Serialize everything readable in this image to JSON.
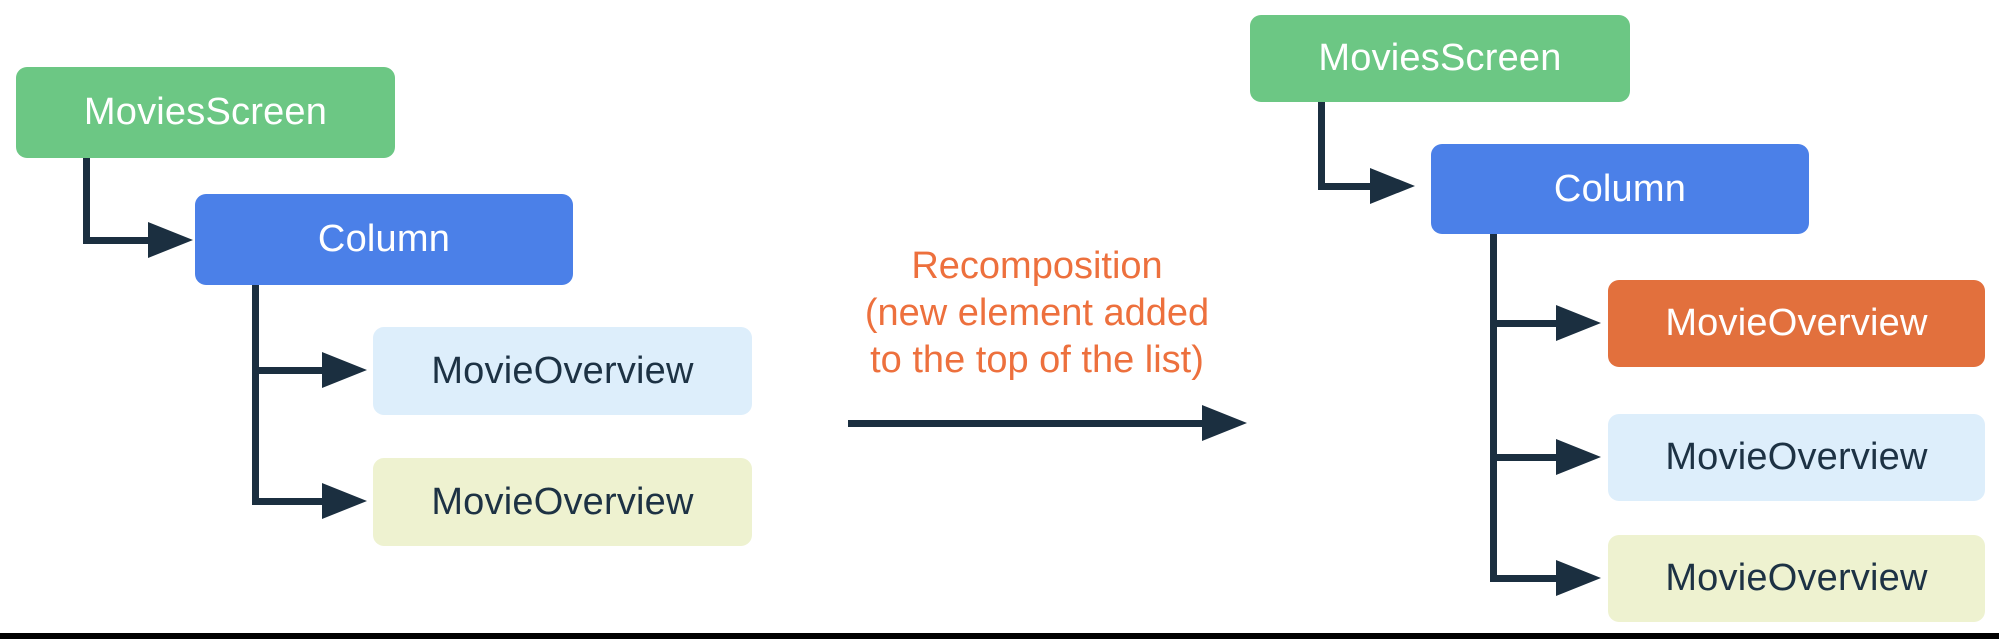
{
  "left_tree": {
    "root_label": "MoviesScreen",
    "column_label": "Column",
    "child_labels": [
      "MovieOverview",
      "MovieOverview"
    ]
  },
  "right_tree": {
    "root_label": "MoviesScreen",
    "column_label": "Column",
    "child_labels": [
      "MovieOverview",
      "MovieOverview",
      "MovieOverview"
    ]
  },
  "annotation": {
    "lines": [
      "Recomposition",
      "(new element added",
      "to the top of the list)"
    ]
  },
  "colors": {
    "root_green": "#6cc784",
    "column_blue": "#4b80e8",
    "item_light_blue": "#ddeefb",
    "item_pale_yellow": "#eef2d0",
    "item_new_orange": "#e2703d",
    "connector_navy": "#1b2f40",
    "annotation_orange": "#ed703d",
    "bottom_rule_black": "#000000"
  }
}
